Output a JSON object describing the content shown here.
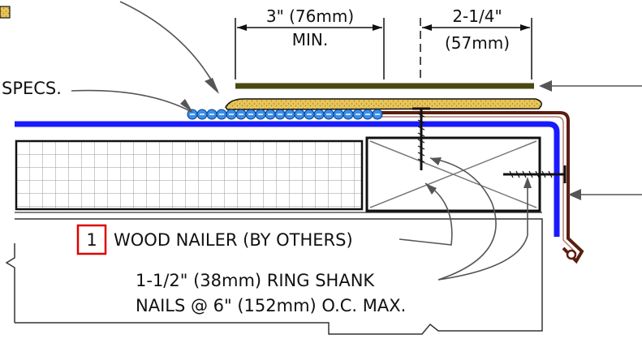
{
  "dimensions": {
    "left_top": "3\" (76mm)",
    "left_bottom": "MIN.",
    "right_top": "2-1/4\"",
    "right_bottom": "(57mm)"
  },
  "labels": {
    "specs": "SPECS.",
    "nailer_number": "1",
    "nailer_text": "WOOD NAILER (BY OTHERS)",
    "nails_line1": "1-1/2\" (38mm) RING SHANK",
    "nails_line2": "NAILS @ 6\" (152mm) O.C. MAX."
  },
  "colors": {
    "membrane": "#1a1aff",
    "metal_edge": "#5a1e10",
    "top_strip": "#4a4a10",
    "adhesive_fill": "#e8c55a",
    "sealant_bead": "#3a8ee8",
    "callout_box": "#e00000",
    "leader": "#555555",
    "wood_outline": "#111111"
  },
  "icons": {
    "legend_swatch": "adhesive-swatch-icon",
    "nail": "ring-shank-nail-icon"
  }
}
